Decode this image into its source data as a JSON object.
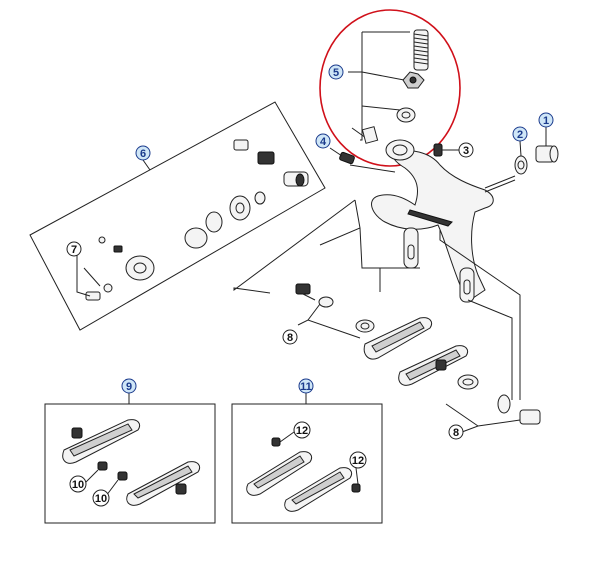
{
  "callouts": [
    {
      "id": "c1",
      "text": "1",
      "style": "blue"
    },
    {
      "id": "c2",
      "text": "2",
      "style": "blue"
    },
    {
      "id": "c3",
      "text": "3",
      "style": "plain"
    },
    {
      "id": "c4",
      "text": "4",
      "style": "blue"
    },
    {
      "id": "c5",
      "text": "5",
      "style": "blue"
    },
    {
      "id": "c6",
      "text": "6",
      "style": "blue"
    },
    {
      "id": "c7",
      "text": "7",
      "style": "plain"
    },
    {
      "id": "c8a",
      "text": "8",
      "style": "plain"
    },
    {
      "id": "c8b",
      "text": "8",
      "style": "plain"
    },
    {
      "id": "c9",
      "text": "9",
      "style": "blue"
    },
    {
      "id": "c10a",
      "text": "10",
      "style": "plain"
    },
    {
      "id": "c10b",
      "text": "10",
      "style": "plain"
    },
    {
      "id": "c11",
      "text": "11",
      "style": "blue"
    },
    {
      "id": "c12a",
      "text": "12",
      "style": "plain"
    },
    {
      "id": "c12b",
      "text": "12",
      "style": "plain"
    }
  ],
  "colors": {
    "highlight_ring": "#d0101a",
    "callout_blue_fill": "#cfe6f7",
    "callout_blue_text": "#1a3a8c",
    "line": "#222222"
  }
}
